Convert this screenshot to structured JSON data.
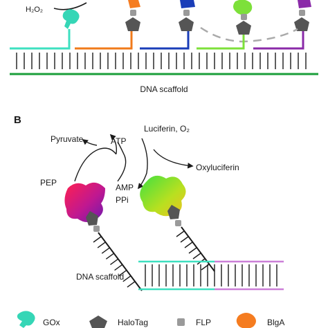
{
  "panel_a": {
    "h2o2_label": "H₂O₂",
    "scaffold_label": "DNA scaffold"
  },
  "panel_b": {
    "panel_label": "B",
    "pyruvate": "Pyruvate",
    "atp": "ATP",
    "luciferin": "Luciferin, O₂",
    "oxyluciferin": "Oxyluciferin",
    "pep": "PEP",
    "amp": "AMP",
    "ppi": "PPi",
    "scaffold_label": "DNA scaffold"
  },
  "legend": {
    "gox": "GOx",
    "halotag": "HaloTag",
    "flp": "FLP",
    "blga": "BlgA"
  },
  "colors": {
    "scaffold_green": "#1a9e3a",
    "strand_teal": "#3de0c0",
    "strand_orange": "#f07a1a",
    "strand_blue": "#1a3db8",
    "strand_lime": "#7de03a",
    "strand_purple": "#8a2aa8",
    "gox_teal": "#35d6b6",
    "halotag_gray": "#555555",
    "linker_gray": "#9a9a9a",
    "blga_orange": "#f57c20"
  }
}
